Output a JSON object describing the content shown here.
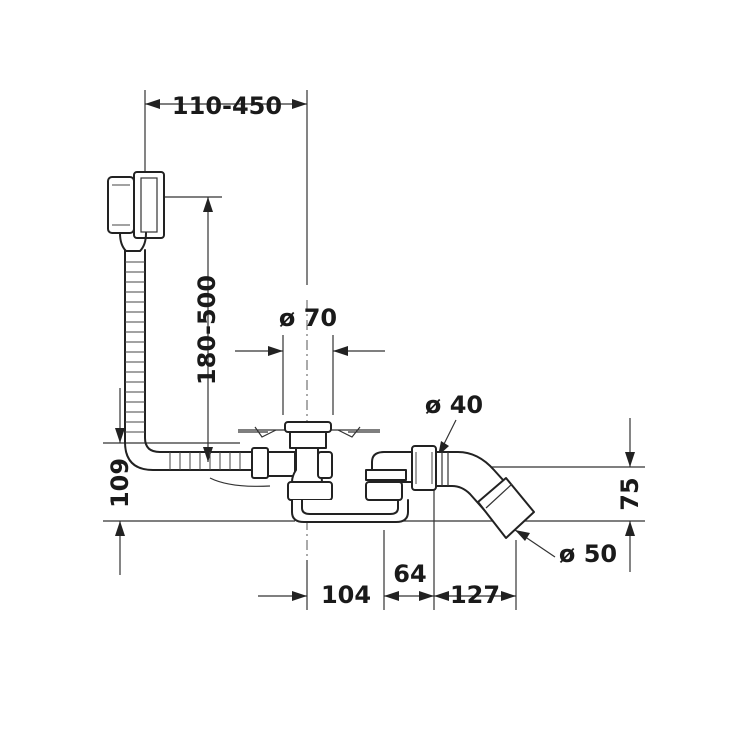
{
  "dimensions": {
    "overflow_reach": "110-450",
    "overflow_height": "180-500",
    "waste_diameter": "ø 70",
    "trap_outlet_diameter": "ø 40",
    "outlet_diameter": "ø 50",
    "height_109": "109",
    "height_75": "75",
    "dist_104": "104",
    "dist_64": "64",
    "dist_127": "127"
  },
  "colors": {
    "line": "#222222",
    "background": "#ffffff"
  }
}
